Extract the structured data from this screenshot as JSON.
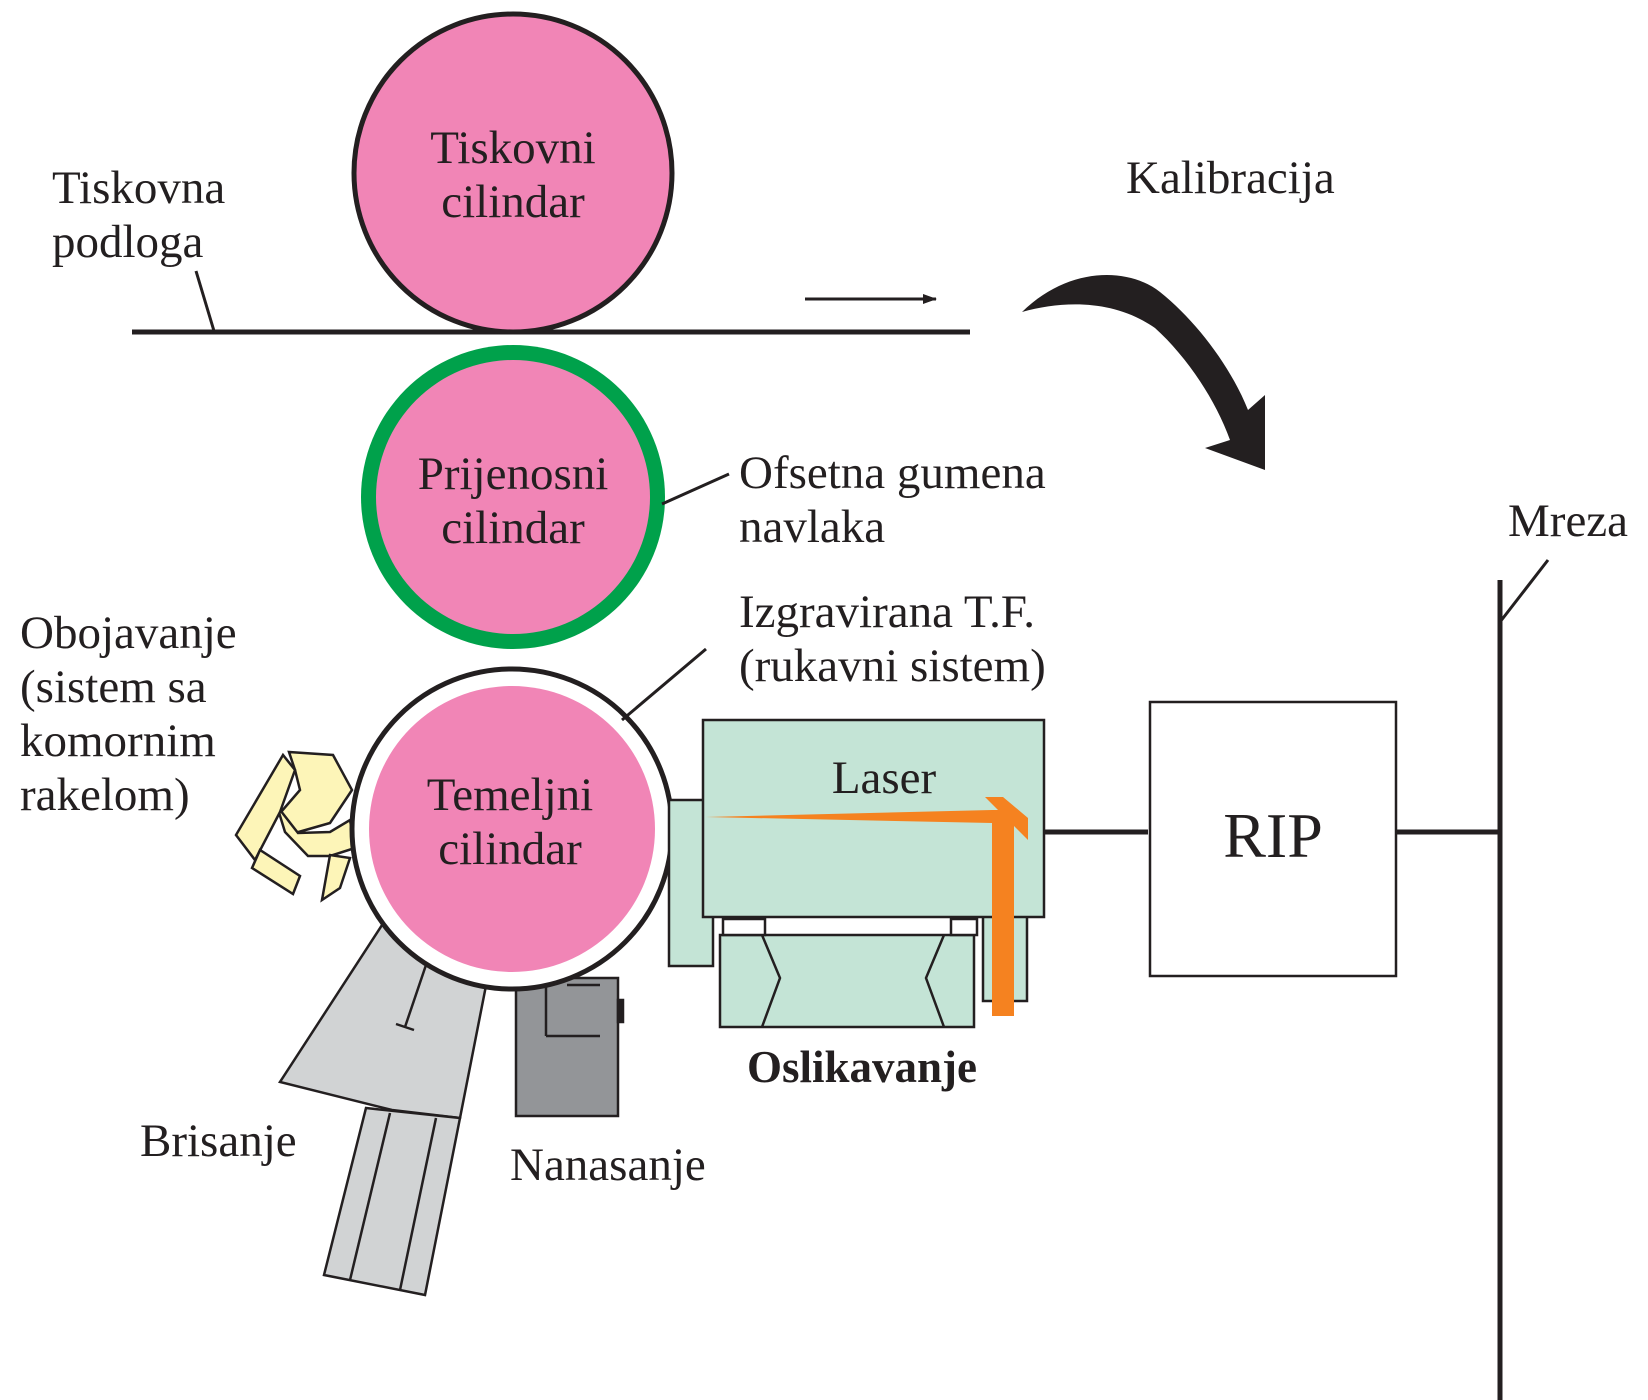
{
  "colors": {
    "cylinder_fill": "#f185b6",
    "blanket_ring": "#00a14b",
    "laser_beam": "#f58220",
    "imaging_unit": "#c4e4d6",
    "inking_unit": "#fdf5b8",
    "wiping_unit": "#d1d3d4",
    "coating_unit": "#939598",
    "outline": "#231f20"
  },
  "cylinders": {
    "impression": [
      "Tiskovni",
      "cilindar"
    ],
    "transfer": [
      "Prijenosni",
      "cilindar"
    ],
    "base": [
      "Temeljni",
      "cilindar"
    ]
  },
  "labels": {
    "substrate": [
      "Tiskovna",
      "podloga"
    ],
    "calibration": "Kalibracija",
    "blanket": [
      "Ofsetna gumena",
      "navlaka"
    ],
    "engraved_plate": [
      "Izgravirana T.F.",
      "(rukavni sistem)"
    ],
    "inking": [
      "Obojavanje",
      "(sistem sa",
      "komornim",
      "rakelom)"
    ],
    "laser": "Laser",
    "rip": "RIP",
    "network": "Mreza",
    "imaging": "Oslikavanje",
    "wiping": "Brisanje",
    "coating": "Nanasanje"
  },
  "icons": {
    "calibration_arrow": "curved-arrow-icon",
    "direction_arrow": "right-arrow-icon"
  }
}
